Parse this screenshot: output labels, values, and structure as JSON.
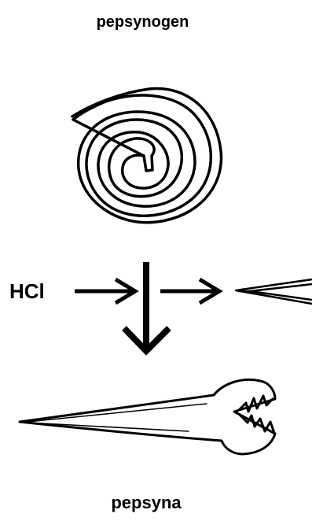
{
  "diagram": {
    "top_label": "pepsynogen",
    "reagent_label": "HCl",
    "bottom_label": "pepsyna"
  },
  "icons": {
    "pepsinogen": "coiled-inactive-enzyme-icon",
    "arrow_in": "right-arrow-icon",
    "arrow_down": "down-arrow-icon",
    "arrow_out": "right-arrow-icon",
    "fragment": "cleaved-peptide-fragment-icon",
    "pepsin": "active-enzyme-jaws-icon"
  },
  "colors": {
    "ink": "#000000",
    "background": "#ffffff"
  }
}
